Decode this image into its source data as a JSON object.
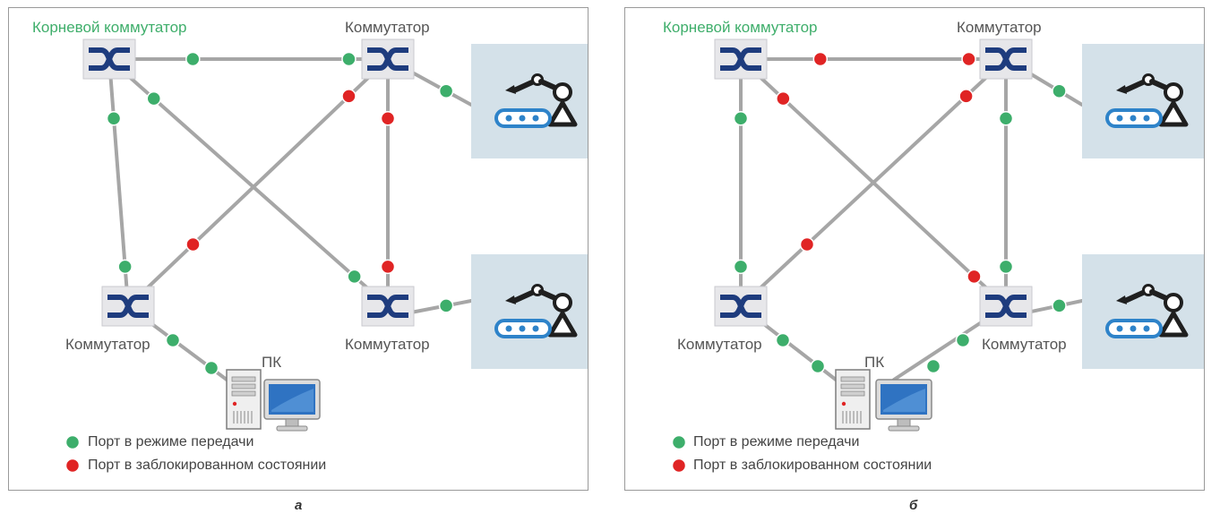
{
  "colors": {
    "forwarding": "#3dae6b",
    "blocked": "#e02424",
    "link": "#a6a6a6",
    "device_bg": "#d4e1e9",
    "root_label": "#3fae6b"
  },
  "panels": [
    {
      "caption": "а",
      "labels": {
        "root_switch": "Корневой коммутатор",
        "switch_top_right": "Коммутатор",
        "switch_bottom_left": "Коммутатор",
        "switch_bottom_right": "Коммутатор",
        "pc": "ПК"
      },
      "legend": {
        "forwarding": "Порт в режиме передачи",
        "blocked": "Порт в заблокированном состоянии"
      },
      "port_states": {
        "top_link_left": "forwarding",
        "top_link_right": "forwarding",
        "left_link_top": "forwarding",
        "left_link_bottom": "forwarding",
        "diag_root_to_br_top": "forwarding",
        "diag_root_to_br_bottom": "forwarding",
        "diag_tr_to_bl_top": "blocked",
        "diag_tr_to_bl_bottom": "blocked",
        "right_link_top": "blocked",
        "right_link_bottom": "blocked",
        "tr_to_robot": "forwarding",
        "br_to_robot": "forwarding",
        "bl_to_pc_a": "forwarding",
        "bl_to_pc_b": "forwarding"
      }
    },
    {
      "caption": "б",
      "labels": {
        "root_switch": "Корневой коммутатор",
        "switch_top_right": "Коммутатор",
        "switch_bottom_left": "Коммутатор",
        "switch_bottom_right": "Коммутатор",
        "pc": "ПК"
      },
      "legend": {
        "forwarding": "Порт в режиме передачи",
        "blocked": "Порт в заблокированном состоянии"
      },
      "port_states": {
        "top_link_left": "blocked",
        "top_link_right": "blocked",
        "left_link_top": "forwarding",
        "left_link_bottom": "forwarding",
        "diag_root_to_br_top": "blocked",
        "diag_root_to_br_bottom": "blocked",
        "diag_tr_to_bl_top": "blocked",
        "diag_tr_to_bl_bottom": "blocked",
        "right_link_top": "forwarding",
        "right_link_bottom": "forwarding",
        "tr_to_robot": "forwarding",
        "br_to_robot": "forwarding",
        "bl_to_pc_a": "forwarding",
        "bl_to_pc_b": "forwarding",
        "br_to_pc_a": "forwarding",
        "br_to_pc_b": "forwarding"
      }
    }
  ]
}
